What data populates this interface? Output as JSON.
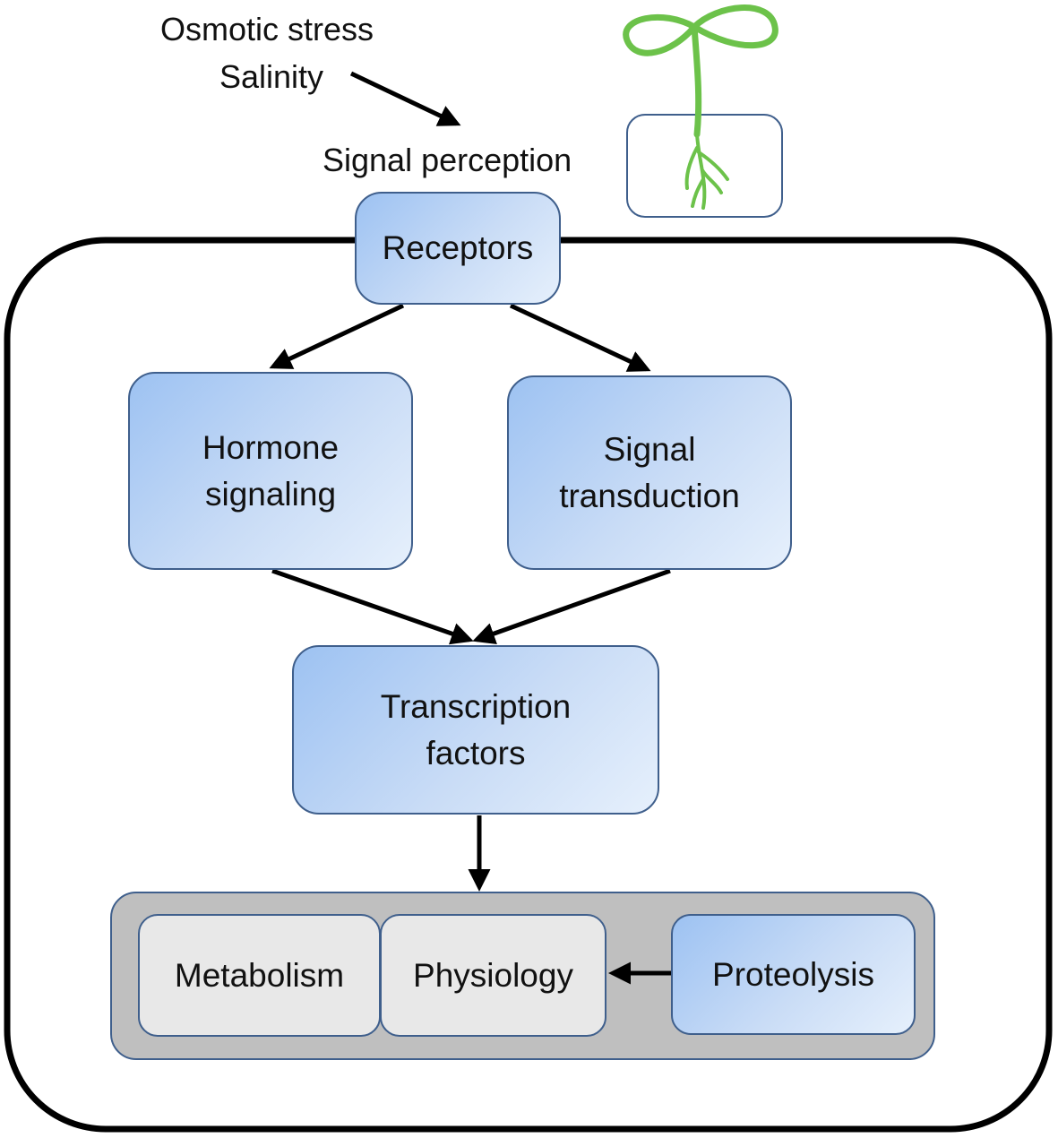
{
  "stimulus": {
    "line1": "Osmotic stress",
    "line2": "Salinity"
  },
  "perception_label": "Signal perception",
  "nodes": {
    "receptors": "Receptors",
    "hormone": {
      "line1": "Hormone",
      "line2": "signaling"
    },
    "transduction": {
      "line1": "Signal",
      "line2": "transduction"
    },
    "tf": {
      "line1": "Transcription",
      "line2": "factors"
    },
    "metabolism": "Metabolism",
    "physiology": "Physiology",
    "proteolysis": "Proteolysis"
  },
  "colors": {
    "node_fill_start": "#9dc2f2",
    "node_fill_end": "#e6f0fc",
    "node_border": "#3f5f8c",
    "output_panel": "#bfbfbf",
    "output_cell": "#e8e8e8",
    "plant": "#6cc24a",
    "cell_outline": "#000000"
  }
}
